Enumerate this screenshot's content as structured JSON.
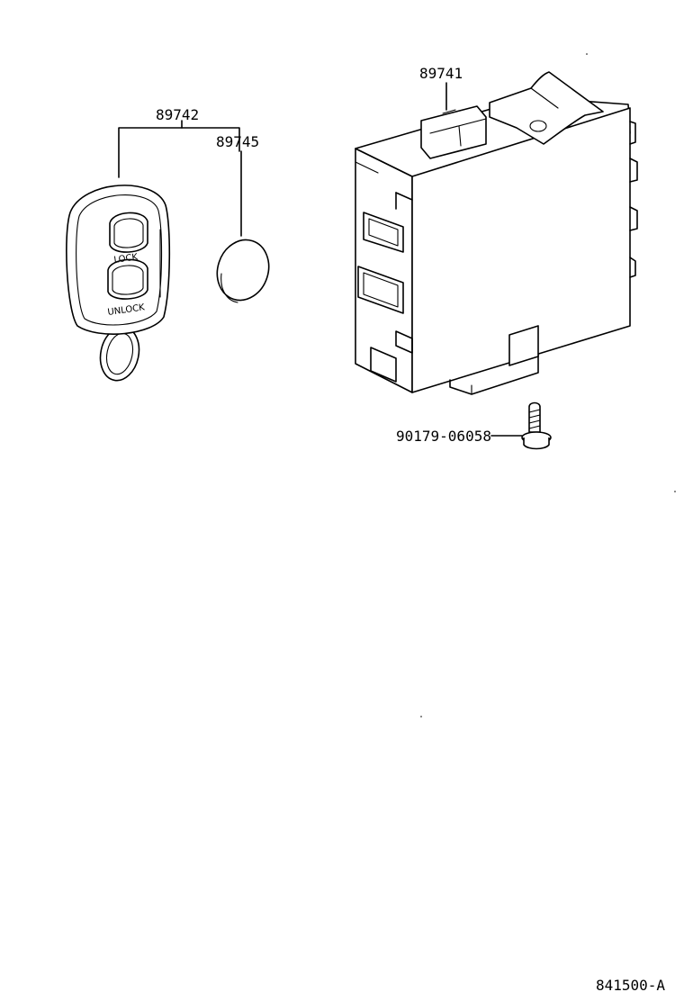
{
  "parts": {
    "transmitter_assy": "89742",
    "battery": "89745",
    "receiver": "89741",
    "screw": "90179-06058"
  },
  "remote_buttons": {
    "lock": "LOCK",
    "unlock": "UNLOCK"
  },
  "diagram_id": "841500-A",
  "icons": [
    "key-fob-icon",
    "battery-cell-icon",
    "receiver-module-icon",
    "screw-icon"
  ]
}
